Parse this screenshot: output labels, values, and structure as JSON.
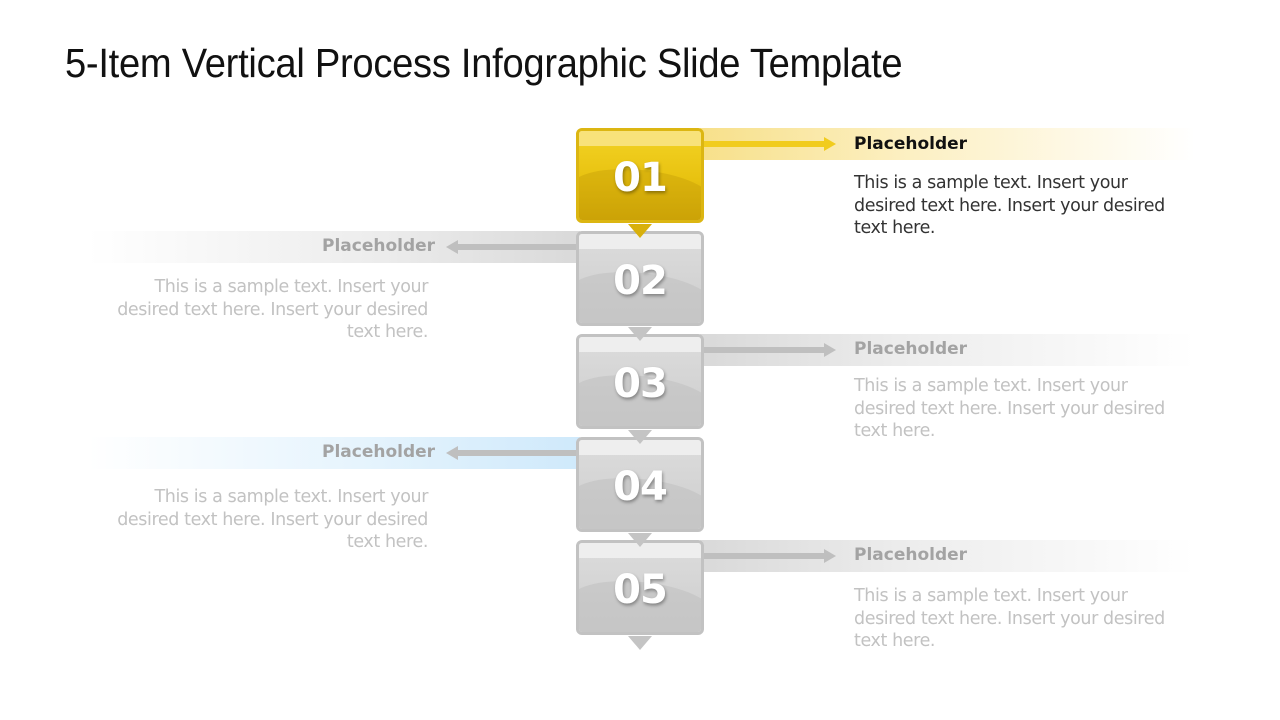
{
  "slide": {
    "title": "5-Item Vertical Process Infographic Slide Template"
  },
  "colors": {
    "active_accent": "#e8c210",
    "inactive_box": "#d3d3d3",
    "blue_band": "#cfe9fb",
    "dim_text": "#c2c2c2"
  },
  "steps": [
    {
      "number": "01",
      "heading": "Placeholder",
      "text": "This is a sample text. Insert your desired text here. Insert your desired text here.",
      "side": "right",
      "state": "active"
    },
    {
      "number": "02",
      "heading": "Placeholder",
      "text": "This is a sample text. Insert your desired text here. Insert your desired text here.",
      "side": "left",
      "state": "inactive"
    },
    {
      "number": "03",
      "heading": "Placeholder",
      "text": "This is a sample text. Insert your desired text here. Insert your desired text here.",
      "side": "right",
      "state": "inactive"
    },
    {
      "number": "04",
      "heading": "Placeholder",
      "text": "This is a sample text. Insert your desired text here. Insert your desired text here.",
      "side": "left",
      "state": "inactive"
    },
    {
      "number": "05",
      "heading": "Placeholder",
      "text": "This is a sample text. Insert your desired text here. Insert your desired text here.",
      "side": "right",
      "state": "inactive"
    }
  ]
}
